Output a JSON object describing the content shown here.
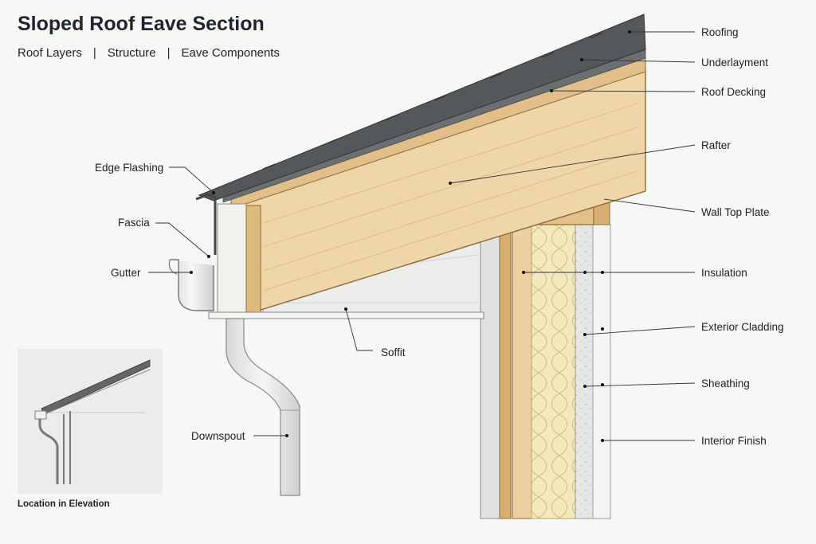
{
  "header": {
    "title": "Sloped Roof Eave Section",
    "tabs": [
      "Roof Layers",
      "Structure",
      "Eave Components"
    ]
  },
  "labels": {
    "roofing": "Roofing",
    "underlayment": "Underlayment",
    "roof_decking": "Roof Decking",
    "rafter": "Rafter",
    "wall_top_plate": "Wall Top Plate",
    "insulation": "Insulation",
    "exterior_cladding": "Exterior Cladding",
    "sheathing": "Sheathing",
    "interior_finish": "Interior Finish",
    "edge_flashing": "Edge Flashing",
    "fascia": "Fascia",
    "gutter": "Gutter",
    "soffit": "Soffit",
    "downspout": "Downspout"
  },
  "inset": {
    "caption": "Location in Elevation"
  },
  "colors": {
    "wood_light": "#ecd3a6",
    "wood_mid": "#dcb47c",
    "shingle": "#5a5d60",
    "insulation": "#f3e9bd",
    "concrete": "#e4e4e2",
    "metal": "#f2f2f2"
  }
}
